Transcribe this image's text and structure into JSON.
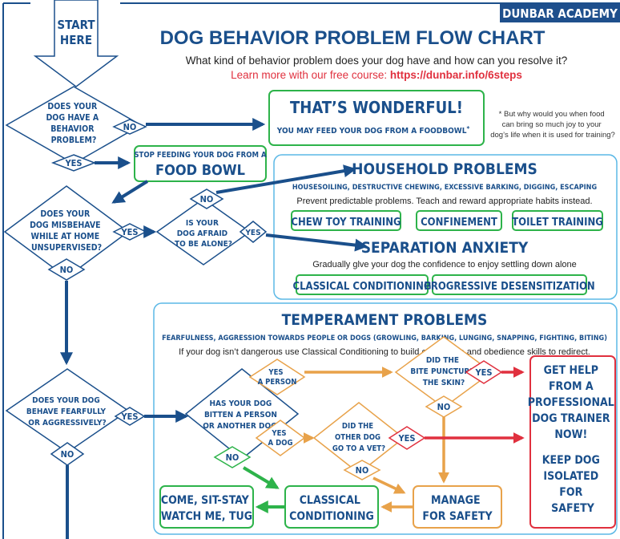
{
  "brand": "DUNBAR ACADEMY",
  "start": {
    "line1": "START",
    "line2": "HERE"
  },
  "title": "DOG BEHAVIOR PROBLEM FLOW CHART",
  "subtitle": "What kind of behavior problem does your dog have and how can you resolve it?",
  "course": {
    "prefix": "Learn more with our free course: ",
    "link": "https://dunbar.info/6steps"
  },
  "q1": [
    "DOES YOUR",
    "DOG HAVE A",
    "BEHAVIOR",
    "PROBLEM?"
  ],
  "q2": [
    "DOES YOUR",
    "DOG MISBEHAVE",
    "WHILE AT HOME",
    "UNSUPERVISED?"
  ],
  "q3": [
    "IS YOUR",
    "DOG AFRAID",
    "TO BE ALONE?"
  ],
  "q4": [
    "DOES YOUR DOG",
    "BEHAVE FEARFULLY",
    "OR AGGRESSIVELY?"
  ],
  "q5": [
    "HAS YOUR DOG",
    "BITTEN A PERSON",
    "OR ANOTHER DOG?"
  ],
  "q6": [
    "DID THE",
    "BITE PUNCTURE",
    "THE SKIN?"
  ],
  "q7": [
    "DID THE",
    "OTHER DOG",
    "GO TO A VET?"
  ],
  "yes": "YES",
  "no": "NO",
  "yes_person": [
    "YES",
    "A PERSON"
  ],
  "yes_dog": [
    "YES",
    "A DOG"
  ],
  "wonderful": {
    "title": "THAT’S WONDERFUL!",
    "text": "YOU MAY FEED YOUR DOG FROM A FOODBOWL",
    "mark": "*"
  },
  "footnote": [
    "* But why would you when food",
    "can bring so much joy to your",
    "dog’s life when it is used for training?"
  ],
  "stop_feeding": {
    "line1": "STOP FEEDING YOUR DOG FROM A",
    "line2": "FOOD BOWL"
  },
  "household": {
    "title": "HOUSEHOLD PROBLEMS",
    "subtitle": "HOUSESOILING, DESTRUCTIVE CHEWING, EXCESSIVE BARKING, DIGGING, ESCAPING",
    "text": "Prevent predictable problems. Teach and reward appropriate habits instead.",
    "buttons": [
      "CHEW TOY TRAINING",
      "CONFINEMENT",
      "TOILET TRAINING"
    ]
  },
  "separation": {
    "title": "SEPARATION ANXIETY",
    "text": "Gradually glve your dog the confidence to enjoy settling down alone",
    "buttons": [
      "CLASSICAL CONDITIONING",
      "PROGRESSIVE DESENSITIZATION"
    ]
  },
  "temperament": {
    "title": "TEMPERAMENT PROBLEMS",
    "subtitle": "FEARFULNESS, AGGRESSION TOWARDS PEOPLE OR DOGS (GROWLING, BARKING, LUNGING, SNAPPING, FIGHTING, BITING)",
    "text": "If your dog isn’t dangerous use Classical Conditioning to build confidence and obedience skills to redirect."
  },
  "get_help": [
    "GET HELP",
    "FROM A",
    "PROFESSIONAL",
    "DOG TRAINER",
    "NOW!",
    "KEEP DOG",
    "ISOLATED",
    "FOR",
    "SAFETY"
  ],
  "classical": [
    "CLASSICAL",
    "CONDITIONING"
  ],
  "manage": [
    "MANAGE",
    "FOR SAFETY"
  ],
  "come_sit": [
    "COME, SIT-STAY",
    "WATCH ME, TUG"
  ],
  "colors": {
    "navy": "#1a4f8b",
    "green": "#2db34a",
    "orange": "#e8a24a",
    "red": "#e0303e",
    "sky": "#5bb8e6",
    "brand_bg": "#1e4f8c"
  }
}
